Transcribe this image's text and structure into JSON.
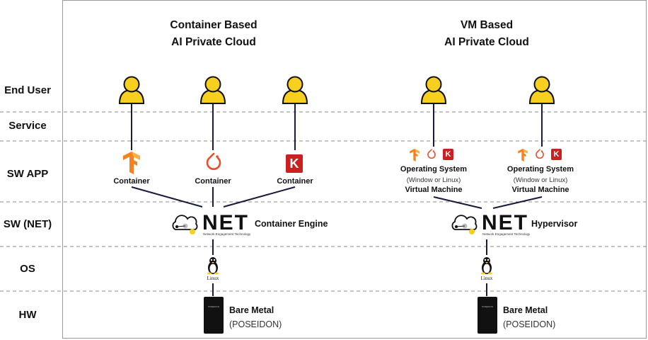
{
  "rows": [
    "End User",
    "Service",
    "SW APP",
    "SW (NET)",
    "OS",
    "HW"
  ],
  "titles": {
    "container": [
      "Container Based",
      "AI Private Cloud"
    ],
    "vm": [
      "VM Based",
      "AI Private Cloud"
    ]
  },
  "container_side": {
    "unit_label": "Container",
    "engine_label": "Container Engine"
  },
  "vm_side": {
    "os_label": "Operating System",
    "os_sub": "(Window or Linux)",
    "vm_label": "Virtual Machine",
    "engine_label": "Hypervisor"
  },
  "net": {
    "word": "NET",
    "tagline": "Network Engagement Technology"
  },
  "os": {
    "label": "Linux"
  },
  "hw": {
    "label": "Bare Metal",
    "sub": "(POSEIDON)",
    "brand": "POSEIDON"
  },
  "colors": {
    "user": "#f7cf1e",
    "tensorflow": "#f58220",
    "pytorch": "#ee4c2c",
    "keras": "#cc1f1f",
    "line": "#1a1a3a"
  },
  "icons": [
    "user-icon",
    "tensorflow-icon",
    "pytorch-icon",
    "keras-icon",
    "cloud-icon",
    "linux-tux-icon",
    "server-icon"
  ]
}
